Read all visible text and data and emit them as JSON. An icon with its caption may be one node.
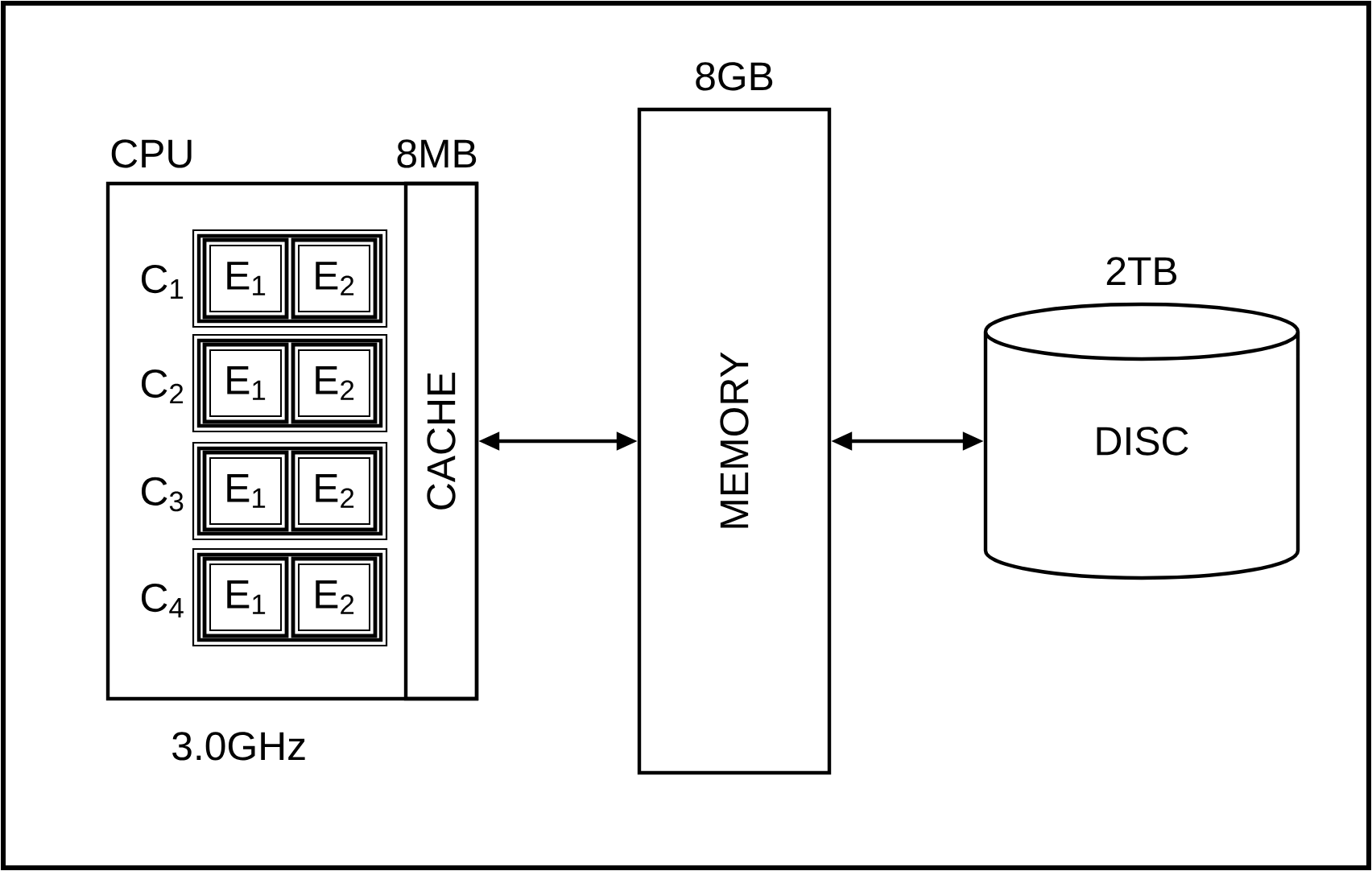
{
  "diagram": {
    "nodes": [
      {
        "text": [
          "CPU"
        ],
        "beside": [
          "3.0GHz"
        ]
      },
      {
        "text": [
          "8MB",
          "CACHE"
        ],
        "in": 0
      },
      {
        "text": [
          "C$_{1}$"
        ],
        "in": 0
      },
      {
        "text": [
          "E$_{1}$"
        ],
        "in": 2
      },
      {
        "text": [
          "E$_{2}$"
        ],
        "in": 2
      },
      {
        "text": [
          "C$_{2}$"
        ],
        "in": 0
      },
      {
        "text": [
          "E$_{1}$"
        ],
        "in": 5
      },
      {
        "text": [
          "E$_{2}$"
        ],
        "in": 5
      },
      {
        "text": [
          "C$_{3}$"
        ],
        "in": 0
      },
      {
        "text": [
          "E$_{1}$"
        ],
        "in": 8
      },
      {
        "text": [
          "E$_{2}$"
        ],
        "in": 8
      },
      {
        "text": [
          "C$_{4}$"
        ],
        "in": 0
      },
      {
        "text": [
          "E$_{1}$"
        ],
        "in": 11
      },
      {
        "text": [
          "E$_{2}$"
        ],
        "in": 11
      },
      {
        "text": [
          "8GB",
          "MEMORY"
        ]
      },
      {
        "text": [
          "2TB",
          "DISC"
        ]
      }
    ],
    "edges": [
      {
        "from": 1,
        "to": 14,
        "arrow": "both"
      },
      {
        "from": 14,
        "to": 15,
        "arrow": "both"
      }
    ]
  }
}
